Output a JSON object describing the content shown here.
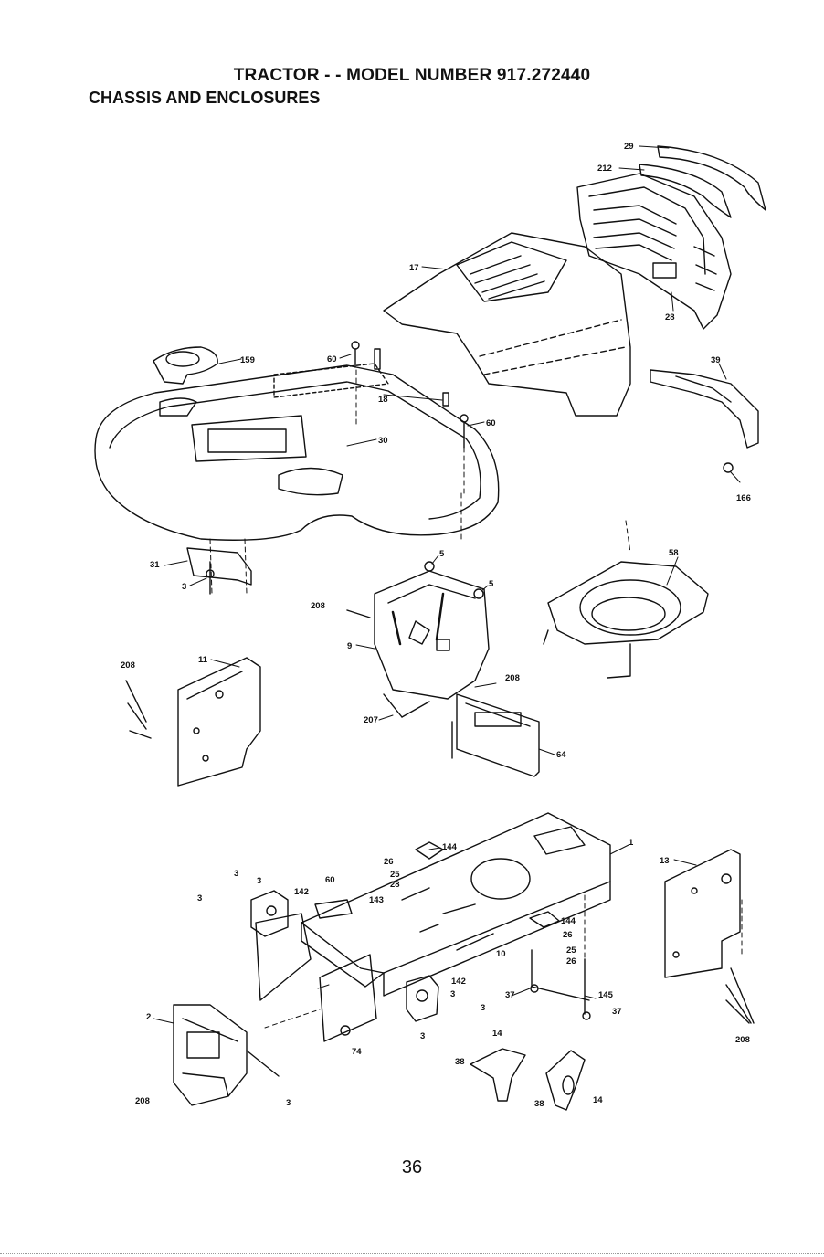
{
  "header": {
    "title": "TRACTOR - - MODEL NUMBER 917.272440",
    "subtitle": "CHASSIS AND ENCLOSURES"
  },
  "footer": {
    "page_number": "36"
  },
  "callouts": [
    {
      "id": "c29",
      "text": "29"
    },
    {
      "id": "c212",
      "text": "212"
    },
    {
      "id": "c17",
      "text": "17"
    },
    {
      "id": "c28",
      "text": "28"
    },
    {
      "id": "c39",
      "text": "39"
    },
    {
      "id": "c166",
      "text": "166"
    },
    {
      "id": "c159",
      "text": "159"
    },
    {
      "id": "c60a",
      "text": "60"
    },
    {
      "id": "c18",
      "text": "18"
    },
    {
      "id": "c60b",
      "text": "60"
    },
    {
      "id": "c30",
      "text": "30"
    },
    {
      "id": "c31",
      "text": "31"
    },
    {
      "id": "c3a",
      "text": "3"
    },
    {
      "id": "c5a",
      "text": "5"
    },
    {
      "id": "c5b",
      "text": "5"
    },
    {
      "id": "c58",
      "text": "58"
    },
    {
      "id": "c208a",
      "text": "208"
    },
    {
      "id": "c9",
      "text": "9"
    },
    {
      "id": "c208b",
      "text": "208"
    },
    {
      "id": "c11",
      "text": "11"
    },
    {
      "id": "c208c",
      "text": "208"
    },
    {
      "id": "c207",
      "text": "207"
    },
    {
      "id": "c64",
      "text": "64"
    },
    {
      "id": "c1",
      "text": "1"
    },
    {
      "id": "c13",
      "text": "13"
    },
    {
      "id": "c144a",
      "text": "144"
    },
    {
      "id": "c26a",
      "text": "26"
    },
    {
      "id": "c25a",
      "text": "25"
    },
    {
      "id": "c28b",
      "text": "28"
    },
    {
      "id": "c3b",
      "text": "3"
    },
    {
      "id": "c3c",
      "text": "3"
    },
    {
      "id": "c3d",
      "text": "3"
    },
    {
      "id": "c60c",
      "text": "60"
    },
    {
      "id": "c142a",
      "text": "142"
    },
    {
      "id": "c143",
      "text": "143"
    },
    {
      "id": "c144b",
      "text": "144"
    },
    {
      "id": "c26b",
      "text": "26"
    },
    {
      "id": "c10",
      "text": "10"
    },
    {
      "id": "c25b",
      "text": "25"
    },
    {
      "id": "c26c",
      "text": "26"
    },
    {
      "id": "c142b",
      "text": "142"
    },
    {
      "id": "c3e",
      "text": "3"
    },
    {
      "id": "c3f",
      "text": "3"
    },
    {
      "id": "c37a",
      "text": "37"
    },
    {
      "id": "c145",
      "text": "145"
    },
    {
      "id": "c37b",
      "text": "37"
    },
    {
      "id": "c2",
      "text": "2"
    },
    {
      "id": "c74",
      "text": "74"
    },
    {
      "id": "c3g",
      "text": "3"
    },
    {
      "id": "c14a",
      "text": "14"
    },
    {
      "id": "c38a",
      "text": "38"
    },
    {
      "id": "c208d",
      "text": "208"
    },
    {
      "id": "c3h",
      "text": "3"
    },
    {
      "id": "c38b",
      "text": "38"
    },
    {
      "id": "c14b",
      "text": "14"
    },
    {
      "id": "c208e",
      "text": "208"
    }
  ]
}
